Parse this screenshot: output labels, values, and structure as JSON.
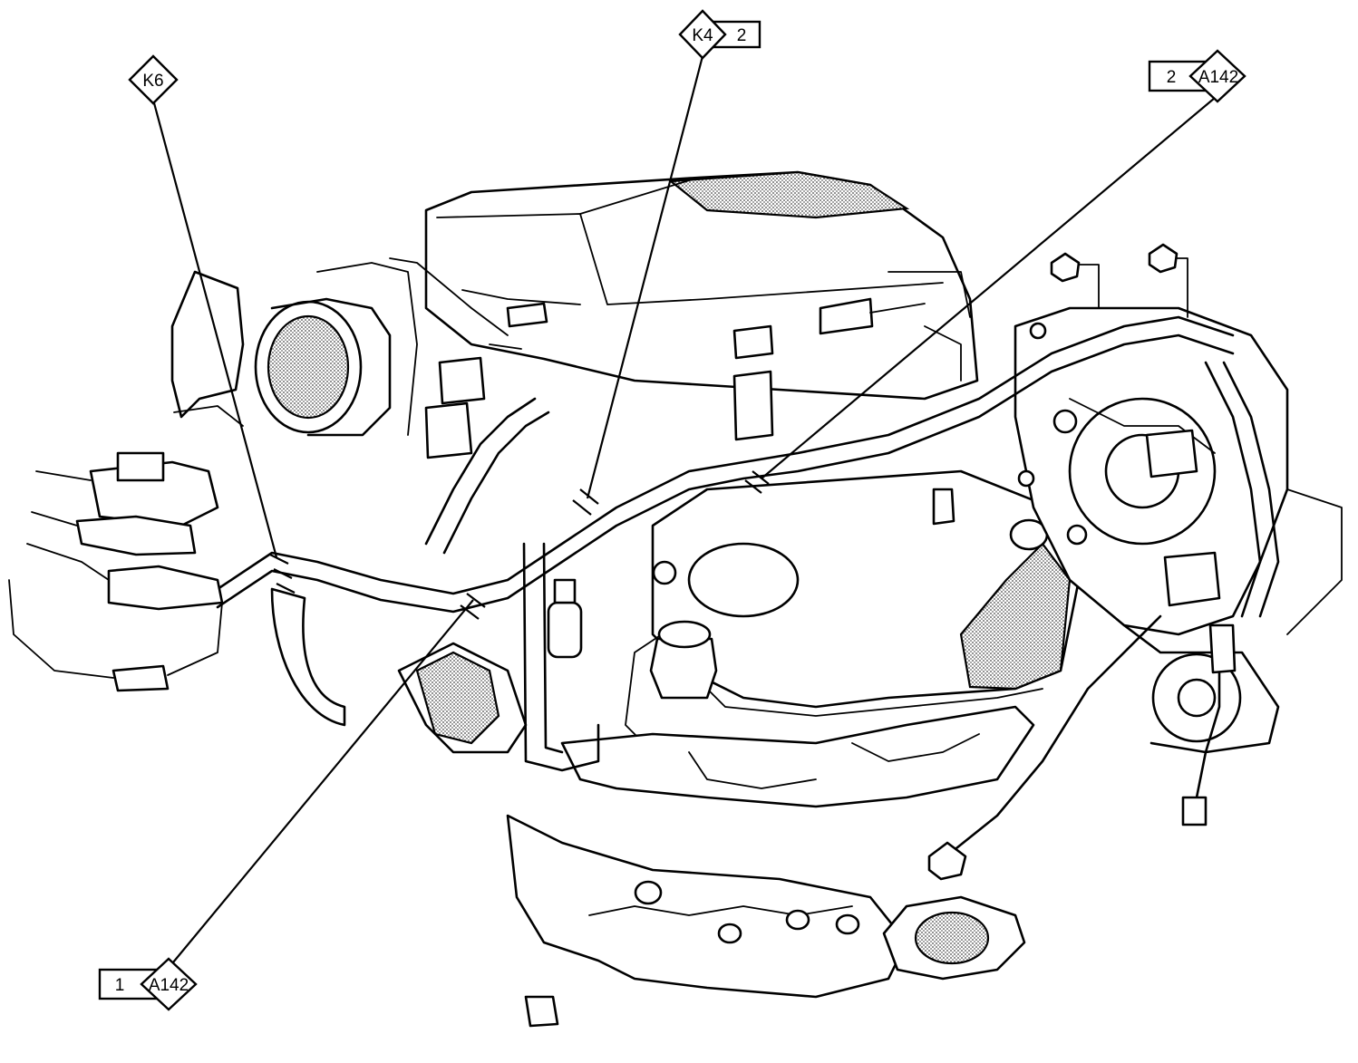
{
  "callouts": {
    "k6": {
      "code": "K6"
    },
    "k4": {
      "code": "K4",
      "view": "2"
    },
    "a142_right": {
      "view": "2",
      "code": "A142"
    },
    "a142_left": {
      "view": "1",
      "code": "A142"
    }
  }
}
